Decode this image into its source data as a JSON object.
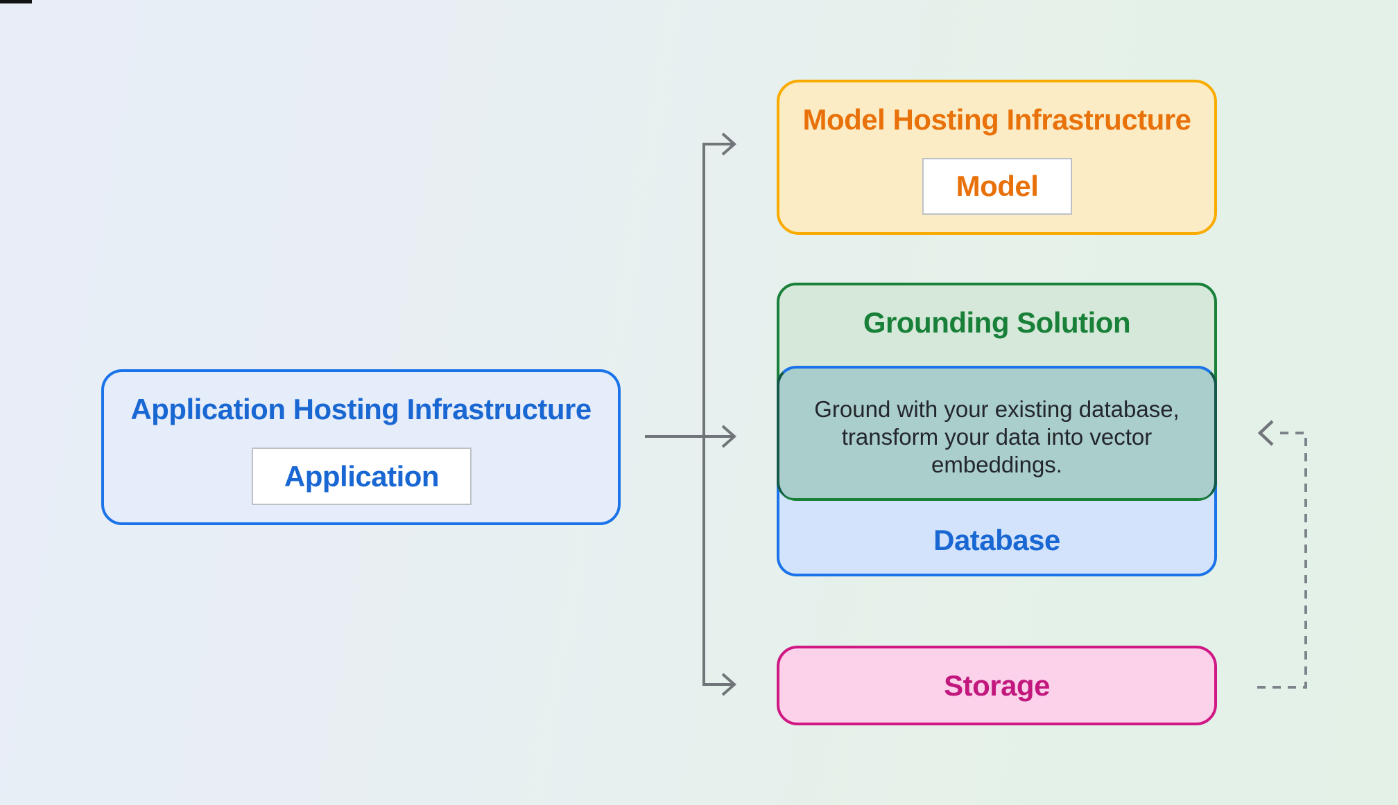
{
  "diagram": {
    "application_box": {
      "title": "Application Hosting Infrastructure",
      "inner_label": "Application",
      "border_color": "#1A73E8",
      "fill_color": "#E5ECFA",
      "text_color": "#1967D2"
    },
    "model_box": {
      "title": "Model Hosting Infrastructure",
      "inner_label": "Model",
      "border_color": "#F9AB00",
      "fill_color": "#FCECC5",
      "text_color": "#E8710A"
    },
    "grounding_box": {
      "title": "Grounding Solution",
      "border_color": "#188038",
      "fill_color": "#D6E8D9",
      "text_color": "#188038",
      "note": {
        "lines": [
          "Ground with your existing database,",
          "transform your data into vector",
          "embeddings."
        ],
        "fill_color": "#A9CECB",
        "top_border_color": "#1A73E8",
        "text_color": "#23262B"
      }
    },
    "database_box": {
      "label": "Database",
      "border_color": "#1A73E8",
      "fill_color": "#D3E3FC",
      "text_color": "#1967D2"
    },
    "storage_box": {
      "label": "Storage",
      "border_color": "#D01884",
      "fill_color": "#FBD2EA",
      "text_color": "#C2187E"
    },
    "arrows": {
      "solid_color": "#70757A",
      "dashed_color": "#7D838A"
    }
  }
}
